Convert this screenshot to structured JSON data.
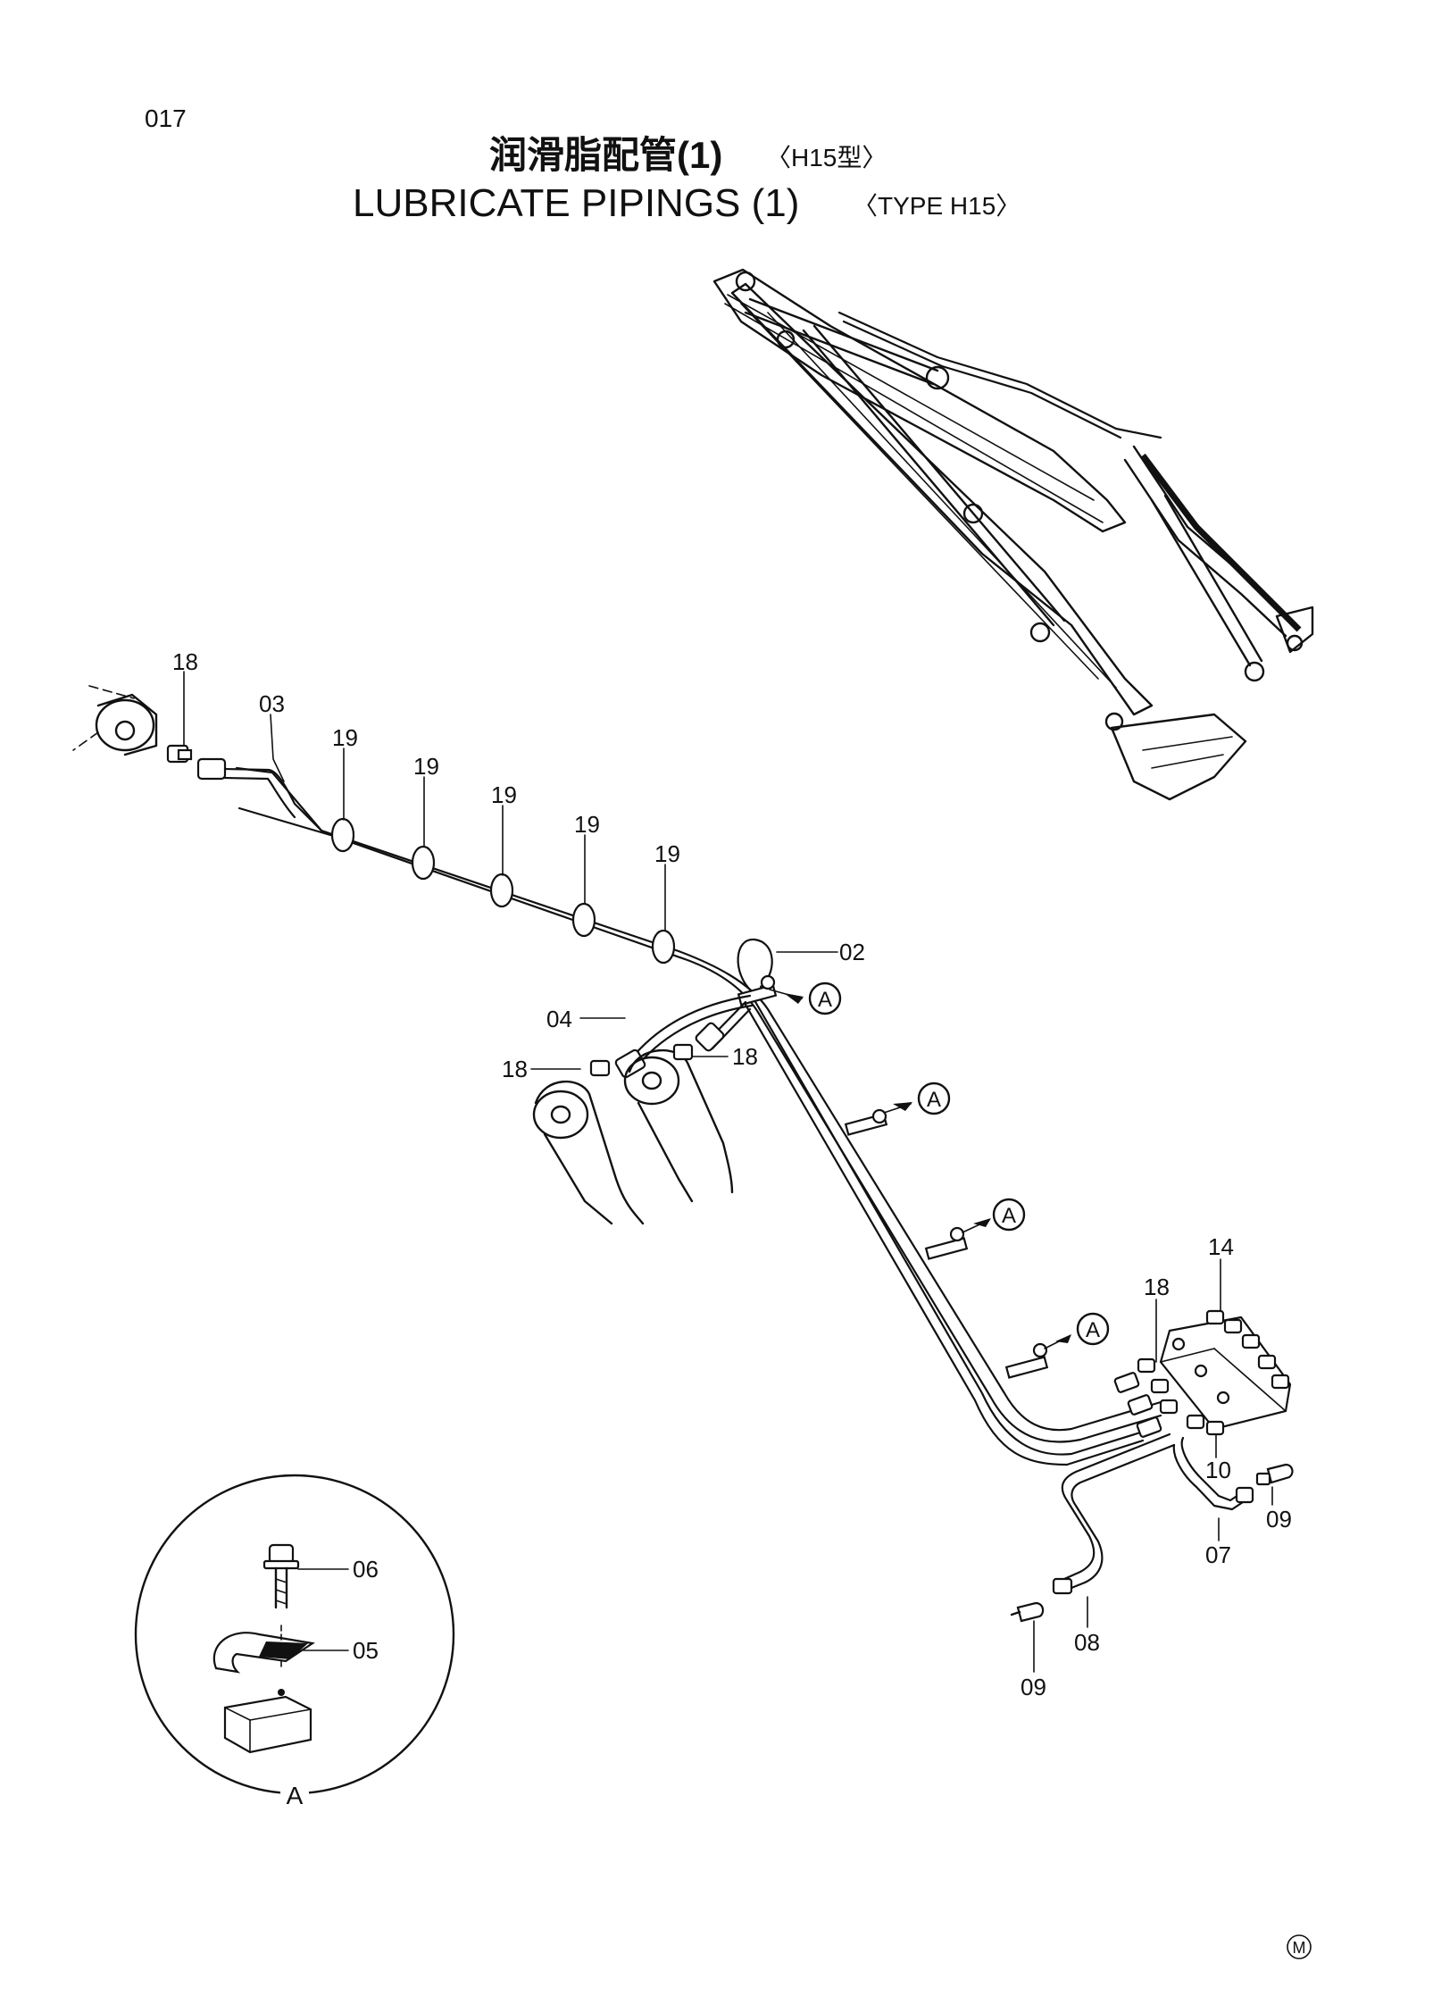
{
  "page_number": "017",
  "title_jp": "润滑脂配管(1)",
  "title_jp_type": "〈H15型〉",
  "title_en": "LUBRICATE PIPINGS (1)",
  "title_en_type": "〈TYPE H15〉",
  "part_labels": {
    "p18_top": "18",
    "p03": "03",
    "p19_a": "19",
    "p19_b": "19",
    "p19_c": "19",
    "p19_d": "19",
    "p19_e": "19",
    "p02": "02",
    "p04": "04",
    "p18_left": "18",
    "p18_mid": "18",
    "p14": "14",
    "p18_right": "18",
    "p10": "10",
    "p09_right": "09",
    "p07": "07",
    "p08": "08",
    "p09_bottom": "09",
    "p06": "06",
    "p05": "05"
  },
  "callout_labels": {
    "a1": "A",
    "a2": "A",
    "a3": "A",
    "a4": "A"
  },
  "detail_label": "A",
  "corner_mark": "M"
}
